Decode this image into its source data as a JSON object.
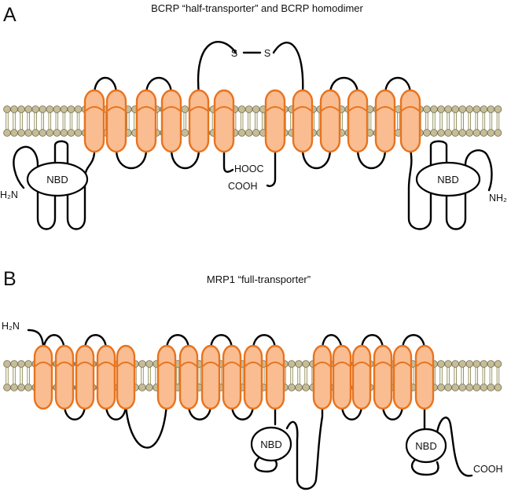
{
  "panel_a": {
    "letter": "A",
    "title": "BCRP “half-transporter” and BCRP homodimer",
    "disulfide_left": "S",
    "disulfide_right": "S",
    "n_terminus_left": "H₂N",
    "n_terminus_right": "NH₂",
    "c_terminus_left": "HOOC",
    "c_terminus_right": "COOH",
    "nbd_left": "NBD",
    "nbd_right": "NBD"
  },
  "panel_b": {
    "letter": "B",
    "title": "MRP1 “full-transporter”",
    "n_terminus": "H₂N",
    "c_terminus": "COOH",
    "nbd_left": "NBD",
    "nbd_right": "NBD"
  },
  "colors": {
    "helix_fill": "#f9bd91",
    "helix_stroke": "#e8731e",
    "lipid_head": "#c6bd97",
    "lipid_tail": "#8d8a54"
  }
}
